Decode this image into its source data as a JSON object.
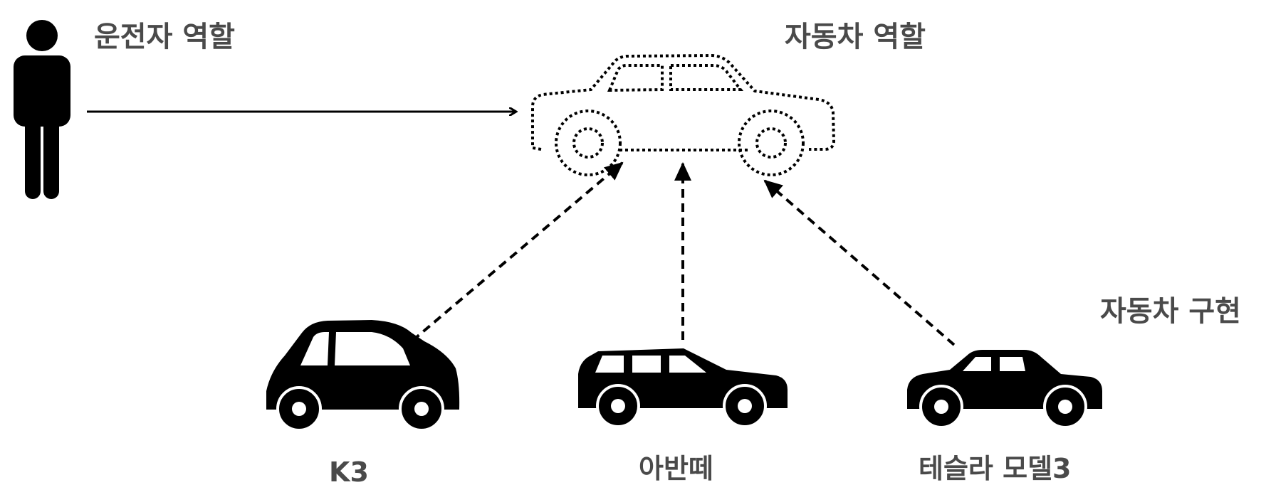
{
  "labels": {
    "driver_role": "운전자 역할",
    "car_role": "자동차 역할",
    "car_impl": "자동차 구현"
  },
  "implementations": [
    {
      "name": "K3"
    },
    {
      "name": "아반떼"
    },
    {
      "name": "테슬라 모델3"
    }
  ],
  "colors": {
    "icon": "#000000",
    "text": "#4a4a4a",
    "background": "#ffffff"
  },
  "icons": [
    "person-icon",
    "car-outline-icon",
    "hatchback-car-icon",
    "wagon-car-icon",
    "sedan-car-icon"
  ]
}
